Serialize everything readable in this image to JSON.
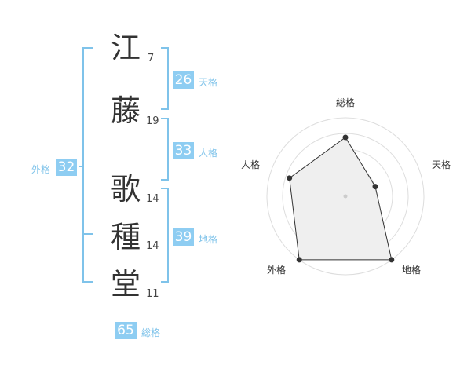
{
  "name": [
    {
      "char": "江",
      "strokes": "7"
    },
    {
      "char": "藤",
      "strokes": "19"
    },
    {
      "char": "歌",
      "strokes": "14"
    },
    {
      "char": "種",
      "strokes": "14"
    },
    {
      "char": "堂",
      "strokes": "11"
    }
  ],
  "kakusu": {
    "tenkaku": {
      "value": "26",
      "label": "天格"
    },
    "jinkaku": {
      "value": "33",
      "label": "人格"
    },
    "chikaku": {
      "value": "39",
      "label": "地格"
    },
    "gaikaku": {
      "value": "32",
      "label": "外格"
    },
    "soukaku": {
      "value": "65",
      "label": "総格"
    }
  },
  "colors": {
    "accent": "#8ecdf2",
    "bracket": "#7fc3ea",
    "radar_fill": "#efefef",
    "radar_line": "#333333"
  },
  "radar": {
    "axes": [
      "総格",
      "天格",
      "地格",
      "外格",
      "人格"
    ],
    "values": [
      0.75,
      0.4,
      1.0,
      1.0,
      0.75
    ]
  }
}
